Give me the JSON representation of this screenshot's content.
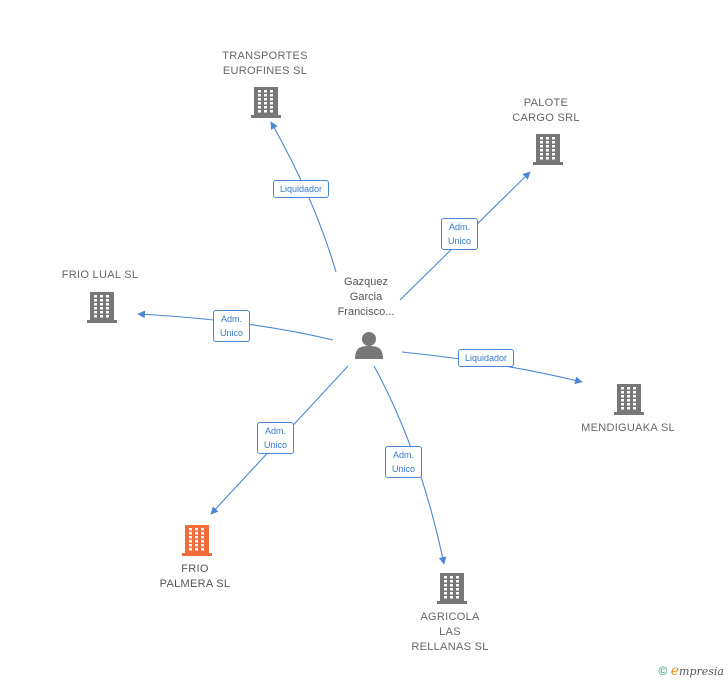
{
  "center": {
    "name": "Gazquez\nGarcia\nFrancisco..."
  },
  "companies": [
    {
      "id": "transportes",
      "name": "TRANSPORTES\nEUROFINES SL",
      "highlight": false
    },
    {
      "id": "palote",
      "name": "PALOTE\nCARGO SRL",
      "highlight": false
    },
    {
      "id": "frio-lual",
      "name": "FRIO LUAL SL",
      "highlight": false
    },
    {
      "id": "mendiguaka",
      "name": "MENDIGUAKA SL",
      "highlight": false
    },
    {
      "id": "frio-palmera",
      "name": "FRIO\nPALMERA  SL",
      "highlight": true
    },
    {
      "id": "agricola",
      "name": "AGRICOLA\nLAS\nRELLANAS  SL",
      "highlight": false
    }
  ],
  "edges": [
    {
      "to": "transportes",
      "label": "Liquidador"
    },
    {
      "to": "palote",
      "label": "Adm.\nUnico"
    },
    {
      "to": "frio-lual",
      "label": "Adm.\nUnico"
    },
    {
      "to": "mendiguaka",
      "label": "Liquidador"
    },
    {
      "to": "frio-palmera",
      "label": "Adm.\nUnico"
    },
    {
      "to": "agricola",
      "label": "Adm.\nUnico"
    }
  ],
  "colors": {
    "edge": "#4a86d4",
    "building": "#777777",
    "highlight": "#f26b3a",
    "person": "#777777"
  },
  "footer": {
    "copyright_symbol": "©",
    "brand_initial": "e",
    "brand_rest": "mpresia"
  }
}
